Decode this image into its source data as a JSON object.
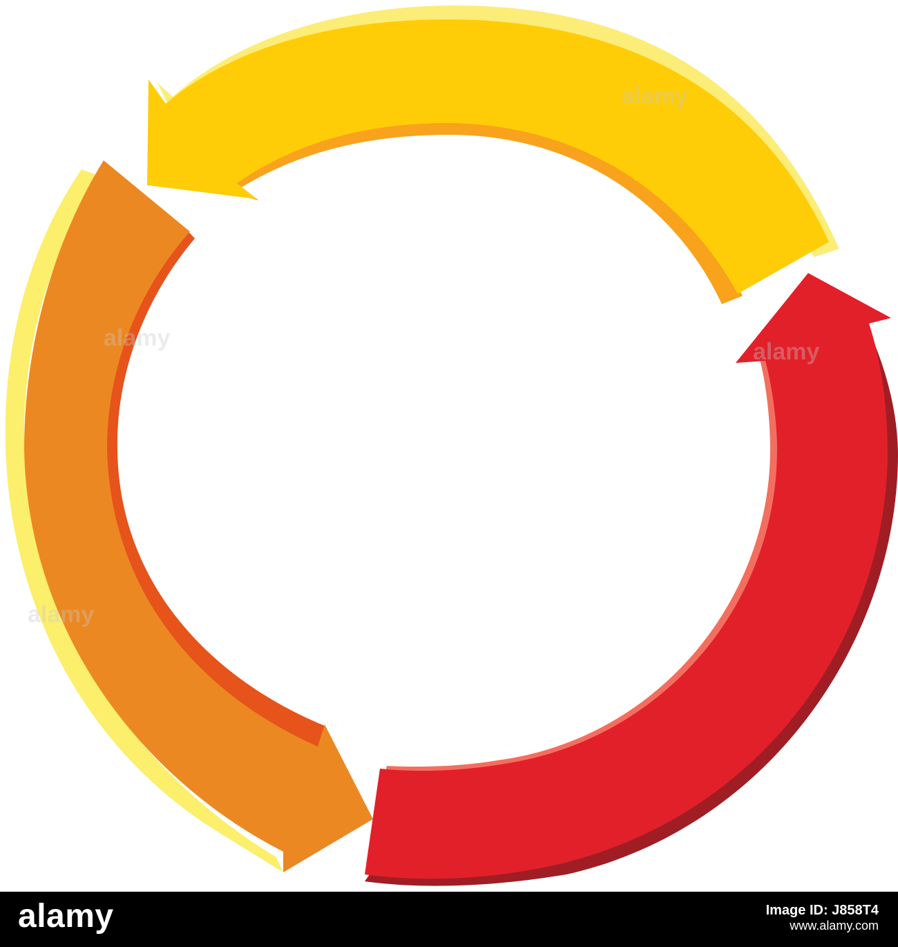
{
  "diagram": {
    "type": "cycle",
    "arrow_count": 3,
    "arrows": [
      {
        "name": "yellow-arrow",
        "color": "#fecd08",
        "highlight": "#fbed78",
        "shade": "#f9a21c"
      },
      {
        "name": "orange-arrow",
        "color": "#ec8822",
        "highlight": "#fbef6b",
        "shade": "#e6531b"
      },
      {
        "name": "red-arrow",
        "color": "#e2202a",
        "highlight": "#f26f60",
        "shade": "#a11d24"
      }
    ]
  },
  "watermark": {
    "text": "alamy",
    "color": "#c8c8c8"
  },
  "footer": {
    "logo": "alamy",
    "image_id_label": "Image ID: J858T4",
    "site": "www.alamy.com",
    "background": "#000000"
  }
}
